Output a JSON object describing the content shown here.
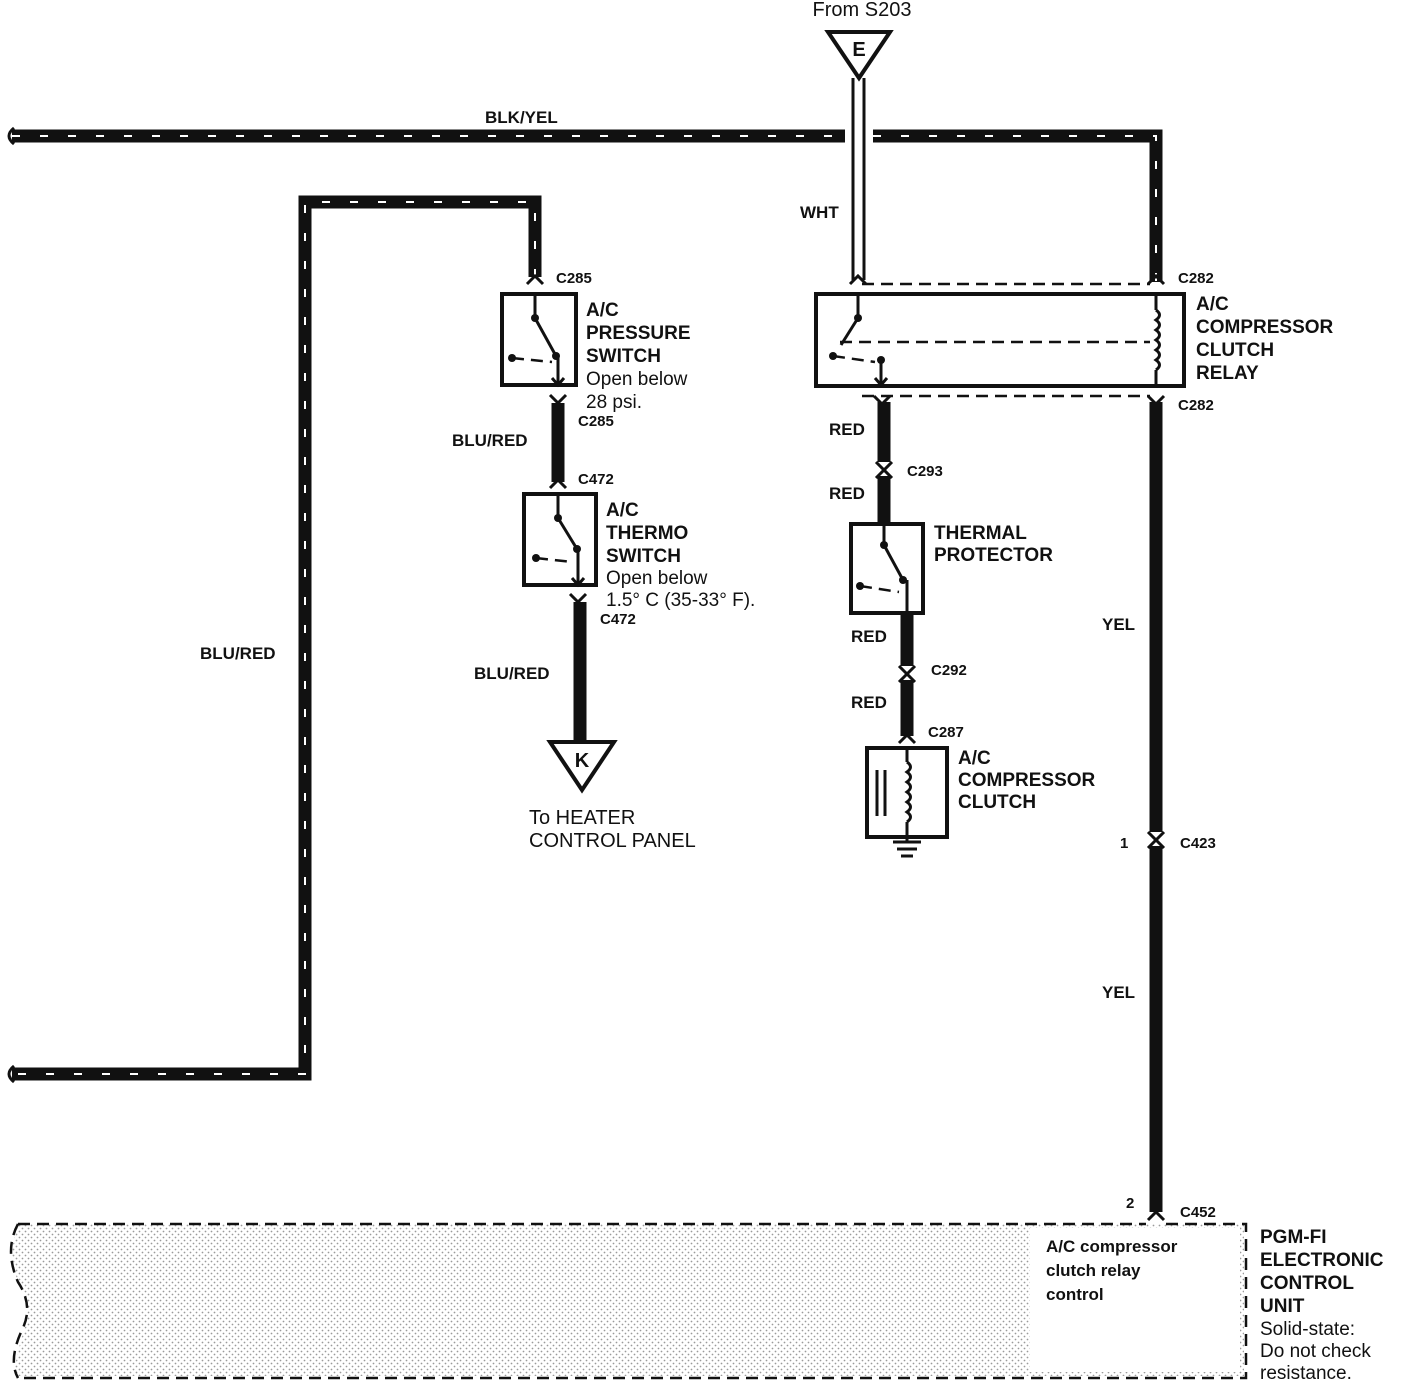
{
  "top": {
    "source": "From S203",
    "connector_e": "E",
    "wire_main": "BLK/YEL",
    "wire_white": "WHT"
  },
  "left": {
    "wire_blu_red": "BLU/RED"
  },
  "pressure_switch": {
    "title_lines": [
      "A/C",
      "PRESSURE",
      "SWITCH"
    ],
    "note_lines": [
      "Open below",
      " 28 psi."
    ],
    "connector_top": "C285",
    "connector_bottom": "C285",
    "wire": "BLU/RED"
  },
  "thermo_switch": {
    "title_lines": [
      "A/C",
      "THERMO",
      "SWITCH"
    ],
    "note_lines": [
      "Open below",
      "1.5° C (35-33° F)."
    ],
    "connector_top": "C472",
    "connector_bottom": "C472",
    "wire": "BLU/RED",
    "connector_k": "K",
    "destination_lines": [
      "To HEATER",
      "CONTROL PANEL"
    ]
  },
  "relay": {
    "title_lines": [
      "A/C",
      "COMPRESSOR",
      "CLUTCH",
      "RELAY"
    ],
    "connector_top": "C282",
    "connector_bottom": "C282"
  },
  "thermal_protector": {
    "title_lines": [
      "THERMAL",
      "PROTECTOR"
    ],
    "wire_red_1": "RED",
    "connector_c293": "C293",
    "wire_red_2": "RED",
    "wire_red_3": "RED",
    "connector_c292": "C292",
    "wire_red_4": "RED",
    "connector_c287": "C287"
  },
  "compressor_clutch": {
    "title_lines": [
      "A/C",
      "COMPRESSOR",
      "CLUTCH"
    ]
  },
  "yellow_circuit": {
    "wire_1": "YEL",
    "pin_1": "1",
    "connector_c423": "C423",
    "wire_2": "YEL",
    "pin_2": "2",
    "connector_c452": "C452"
  },
  "ecu": {
    "function_lines": [
      "A/C compressor",
      "clutch relay",
      "control"
    ],
    "title_lines": [
      "PGM-FI",
      "ELECTRONIC",
      "CONTROL",
      "UNIT"
    ],
    "note_lines": [
      "Solid-state:",
      "Do not check",
      "resistance."
    ]
  },
  "colors": {
    "ink": "#111111",
    "paper": "#ffffff",
    "stipple": "#9a9a9a"
  }
}
